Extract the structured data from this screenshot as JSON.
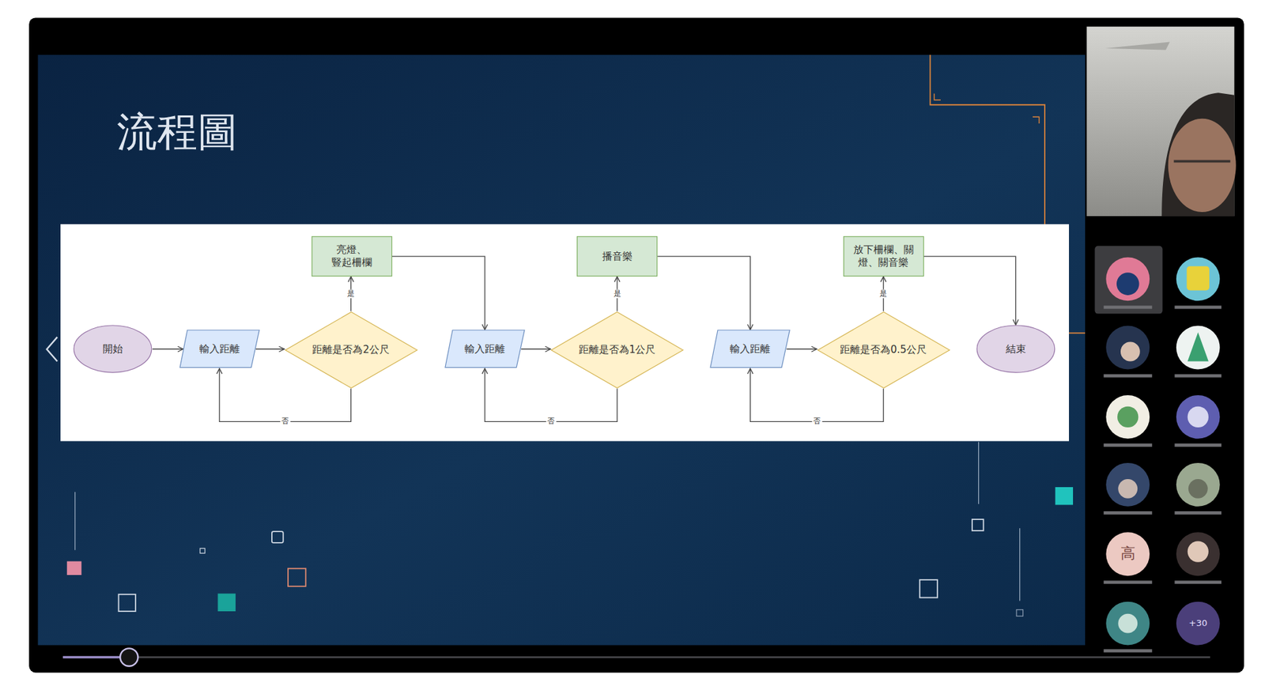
{
  "diagram": {
    "title": "流程圖",
    "nodes": [
      {
        "text": [
          "開始"
        ]
      },
      {
        "text": [
          "輸入距離"
        ]
      },
      {
        "text": [
          "距離是否為2公尺"
        ]
      },
      {
        "text": [
          "亮燈、 豎起柵欄"
        ]
      },
      {
        "text": [
          "輸入距離"
        ]
      },
      {
        "text": [
          "距離是否為1公尺"
        ]
      },
      {
        "text": [
          "播音樂"
        ]
      },
      {
        "text": [
          "輸入距離"
        ]
      },
      {
        "text": [
          "距離是否為0.5公尺"
        ]
      },
      {
        "text": [
          "放下柵欄、關 燈、關音樂"
        ]
      },
      {
        "text": [
          "結束"
        ]
      }
    ],
    "edges": [
      {
        "from": 0,
        "to": 1,
        "arrow": "to"
      },
      {
        "from": 1,
        "to": 2,
        "arrow": "to"
      },
      {
        "from": 2,
        "to": 3,
        "label": "是",
        "arrow": "to"
      },
      {
        "from": 2,
        "to": 1,
        "label": "否",
        "arrow": "to"
      },
      {
        "from": 3,
        "to": 4,
        "arrow": "to"
      },
      {
        "from": 4,
        "to": 5,
        "arrow": "to"
      },
      {
        "from": 5,
        "to": 6,
        "label": "是",
        "arrow": "to"
      },
      {
        "from": 5,
        "to": 4,
        "label": "否",
        "arrow": "to"
      },
      {
        "from": 6,
        "to": 7,
        "arrow": "to"
      },
      {
        "from": 7,
        "to": 8,
        "arrow": "to"
      },
      {
        "from": 8,
        "to": 9,
        "label": "是",
        "arrow": "to"
      },
      {
        "from": 8,
        "to": 7,
        "label": "否",
        "arrow": "to"
      },
      {
        "from": 9,
        "to": 10,
        "arrow": "to"
      }
    ],
    "labels": [
      "高",
      "+30"
    ]
  }
}
